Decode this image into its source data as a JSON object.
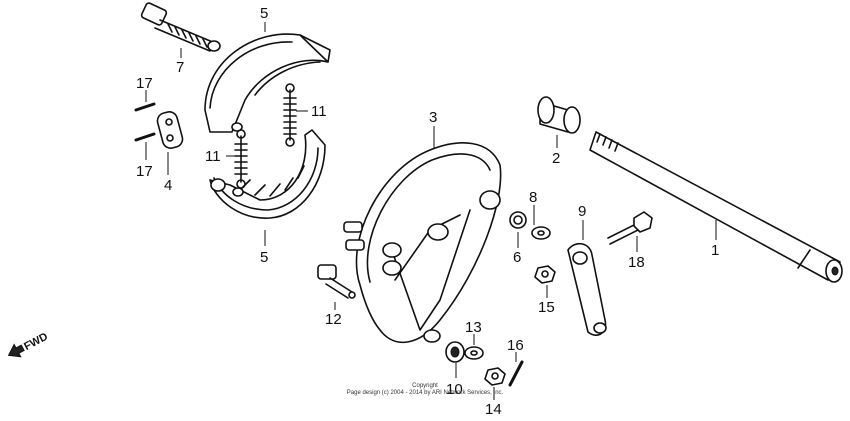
{
  "diagram": {
    "callouts": {
      "p1": "1",
      "p2": "2",
      "p3": "3",
      "p4": "4",
      "p5a": "5",
      "p5b": "5",
      "p6": "6",
      "p7": "7",
      "p8": "8",
      "p9": "9",
      "p10": "10",
      "p11a": "11",
      "p11b": "11",
      "p12": "12",
      "p13": "13",
      "p14": "14",
      "p15": "15",
      "p16": "16",
      "p17a": "17",
      "p17b": "17",
      "p18": "18"
    },
    "direction_label": "FWD",
    "copyright_line1": "Copyright",
    "copyright_line2": "Page design (c) 2004 - 2014 by ARI Network Services, Inc."
  }
}
